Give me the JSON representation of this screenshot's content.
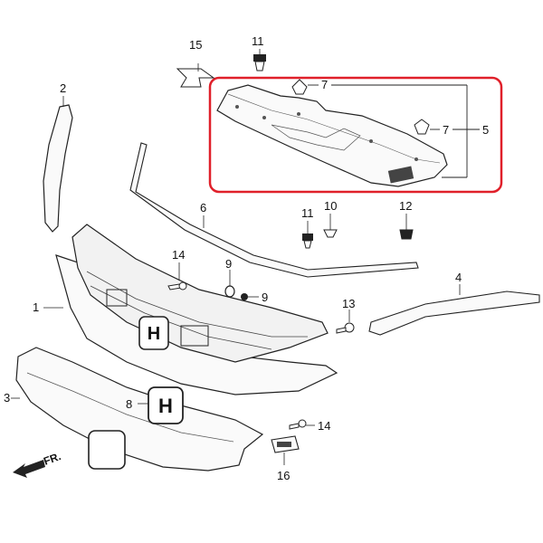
{
  "callouts": {
    "c1": "1",
    "c2": "2",
    "c3": "3",
    "c4": "4",
    "c5": "5",
    "c6": "6",
    "c7a": "7",
    "c7b": "7",
    "c8": "8",
    "c9a": "9",
    "c9b": "9",
    "c10": "10",
    "c11a": "11",
    "c11b": "11",
    "c12": "12",
    "c13": "13",
    "c14a": "14",
    "c14b": "14",
    "c15": "15",
    "c16": "16"
  },
  "direction_label": "FR.",
  "highlight_color": "#e0202a",
  "line_color": "#222222"
}
